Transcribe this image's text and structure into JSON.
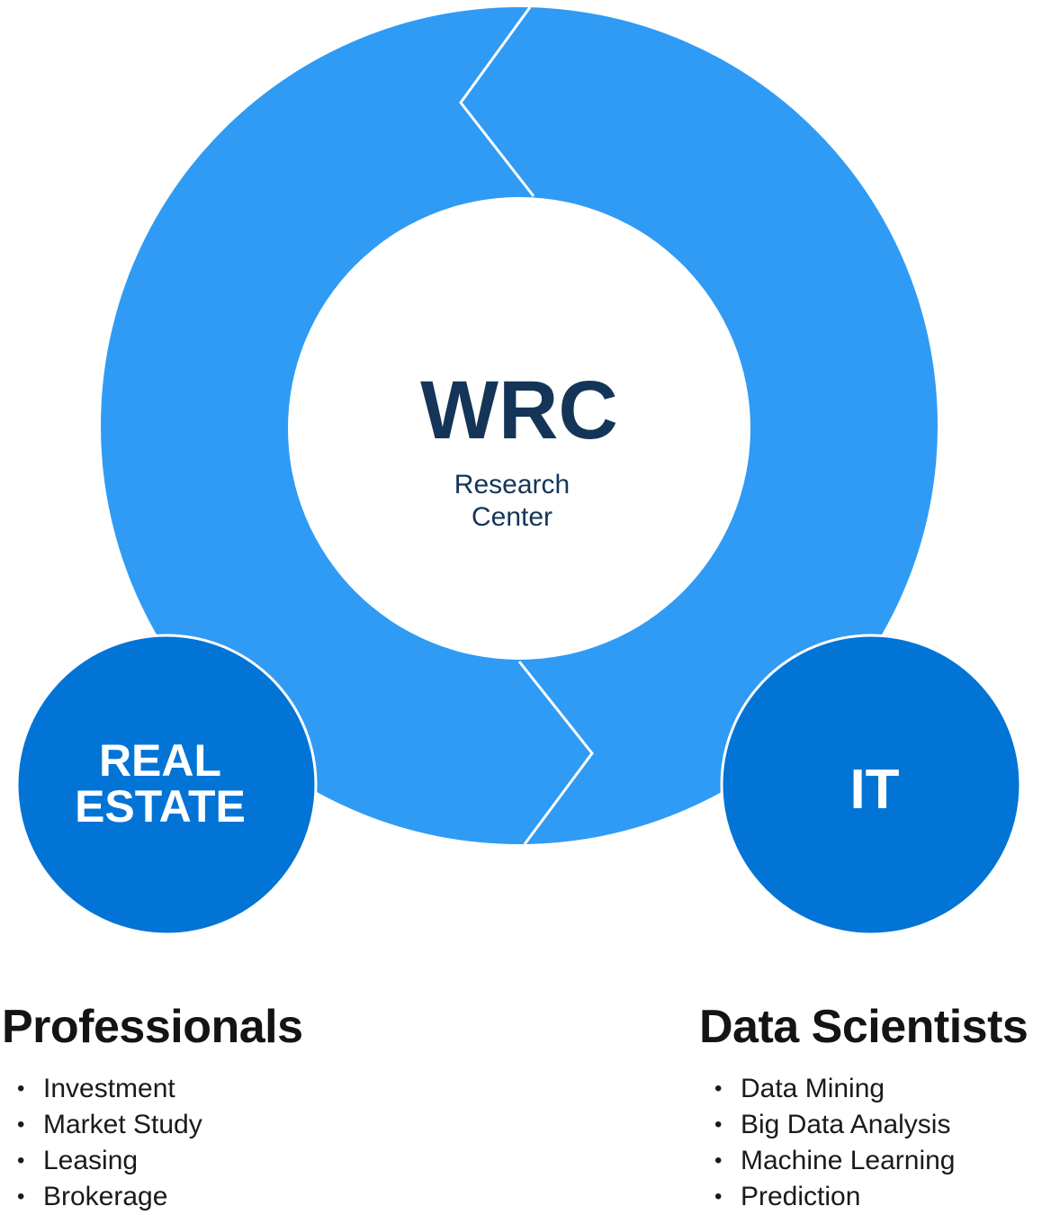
{
  "colors": {
    "ring": "#2f9bf4",
    "satellite": "#0174d6",
    "center_text": "#143558",
    "background": "#ffffff"
  },
  "center": {
    "title": "WRC",
    "subtitle_line1": "Research",
    "subtitle_line2": "Center"
  },
  "left_circle": {
    "line1": "REAL",
    "line2": "ESTATE"
  },
  "right_circle": {
    "label": "IT"
  },
  "left_column": {
    "heading": "Professionals",
    "items": [
      "Investment",
      "Market Study",
      "Leasing",
      "Brokerage"
    ]
  },
  "right_column": {
    "heading": "Data Scientists",
    "items": [
      "Data Mining",
      "Big Data Analysis",
      "Machine Learning",
      "Prediction"
    ]
  }
}
